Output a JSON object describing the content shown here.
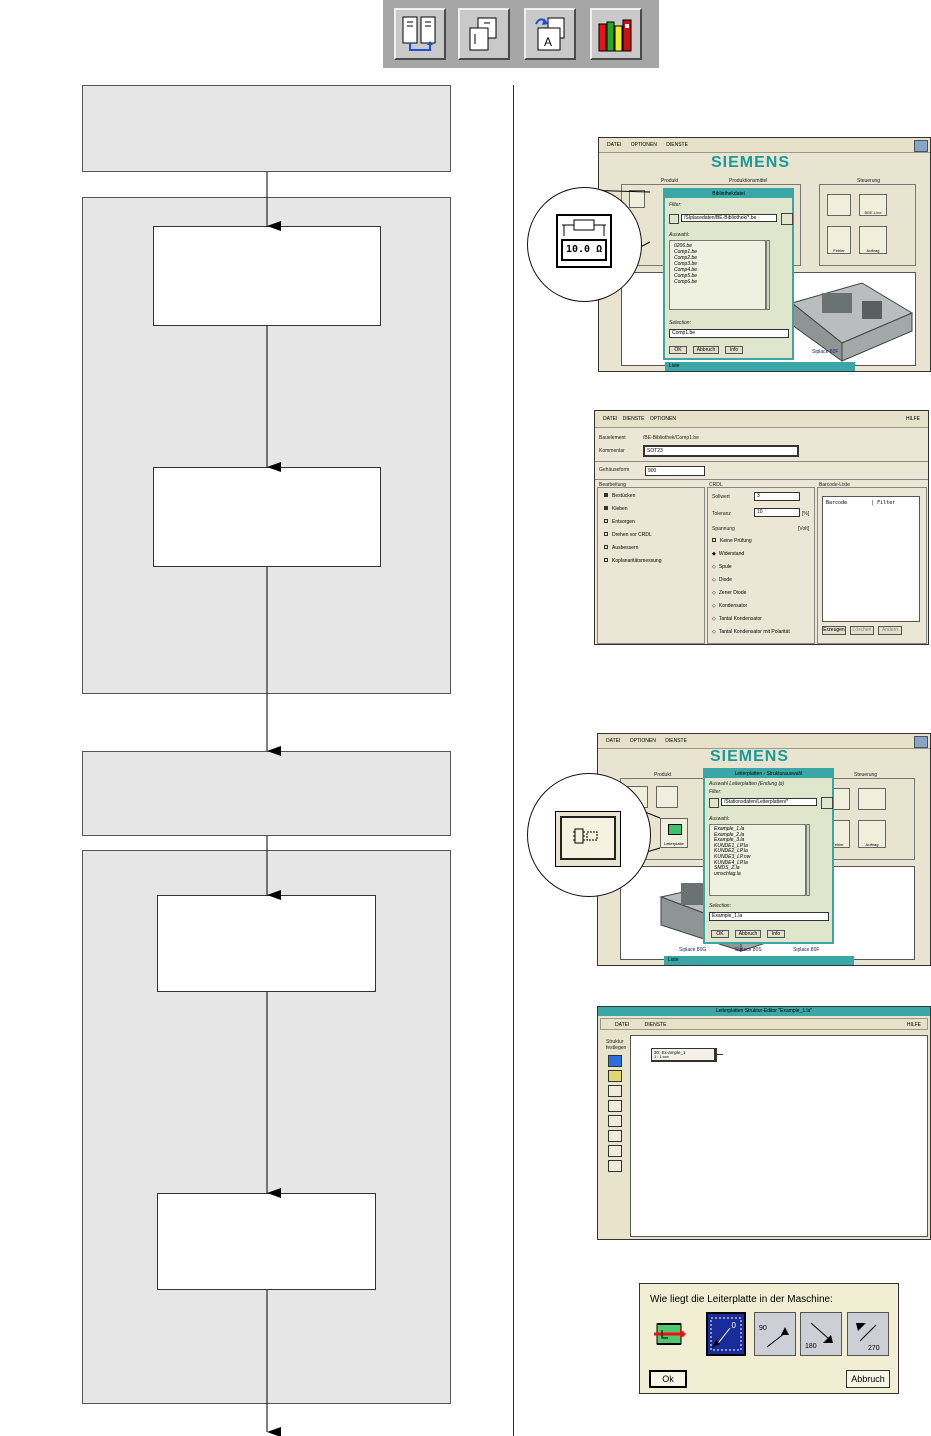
{
  "toolbar": {
    "icons": [
      "layout-icon",
      "pages-icon",
      "print-file-icon",
      "library-books-icon"
    ]
  },
  "screenshot_library": {
    "menu": [
      "DATEI",
      "OPTIONEN",
      "DIENSTE"
    ],
    "brand": "SIEMENS",
    "sections": [
      "Produkt",
      "Produktionsmittel",
      "Steuerung"
    ],
    "dialog_title": "Bibliothekdatei",
    "filter_label": "Filter:",
    "filter_value": "/SIplacedaten/BE-Bibliothek/*.be",
    "selection_list_label": "Auswahl:",
    "files": [
      "0206.be",
      "Comp1.be",
      "Comp2.be",
      "Comp3.be",
      "Comp4.be",
      "Comp5.be",
      "Comp6.be"
    ],
    "selection_label": "Selection:",
    "selection_value": "Comp1.be",
    "buttons": [
      "OK",
      "Abbruch",
      "Info"
    ],
    "right_buttons": [
      "Fehler",
      "Auftrag"
    ],
    "right_top_buttons": [
      "BDE-Line"
    ],
    "footer": "Liste",
    "machine_label": "Siplace 80F",
    "magnified_value": "10.0 Ω"
  },
  "screenshot_component": {
    "menu": [
      "DATEI",
      "DIENSTE",
      "OPTIONEN"
    ],
    "help": "HILFE",
    "bauelement_label": "Bauelement",
    "bauelement_value": "/BE-Bibliothek/Comp1.be",
    "kommentar_label": "Kommentar",
    "kommentar_value": "SOT23",
    "gehaeuse_label": "Gehäuseform",
    "gehaeuse_value": "900",
    "bearbeitung_label": "Bearbeitung",
    "bearbeitung_items": [
      "Bestücken",
      "Kleben",
      "Entsorgen",
      "Drehen vor CRDL",
      "Ausbessern",
      "Koplanaritätsmessung"
    ],
    "crdl_label": "CRDL",
    "sollwert_label": "Sollwert",
    "sollwert_value": "3",
    "toleranz_label": "Toleranz",
    "toleranz_value": "10",
    "toleranz_unit": "[%]",
    "spannung_label": "Spannung",
    "spannung_unit": "[Volt]",
    "keine_pruefung": "Keine Prüfung",
    "crdl_types": [
      "Widerstand",
      "Spule",
      "Diode",
      "Zener Diode",
      "Kondensator",
      "Tantal Kondensator",
      "Tantal Kondensator mit Polarität"
    ],
    "barcode_label": "Barcode-Liste",
    "barcode_header": "Barcode        | Filter",
    "barcode_buttons": [
      "Erzeugen",
      "Löschen",
      "Ändern"
    ]
  },
  "screenshot_board": {
    "menu": [
      "DATEI",
      "OPTIONEN",
      "DIENSTE"
    ],
    "brand": "SIEMENS",
    "sections": [
      "Produkt",
      "Steuerung"
    ],
    "dialog_title": "Leiterplatten - Strukturauswahl",
    "sub_title": "Auswahl Leiterplatten (Endung lp)",
    "filter_label": "Filter:",
    "filter_value": "/Stationsdaten/Leiterplatten/*",
    "selection_list_label": "Auswahl:",
    "files": [
      "Example_1.la",
      "Example_2.la",
      "Example_3.la",
      "KUNDE1_LP.la",
      "KUNDE2_LP.la",
      "KUNDE3_LP.nw",
      "KUNDE4_LP.la",
      "SMDS_Z.la",
      "umschlag.la"
    ],
    "selection_label": "Selection:",
    "selection_value": "Example_1.la",
    "buttons": [
      "OK",
      "Abbruch",
      "Info"
    ],
    "lp_button": "Leiterplatte",
    "right_buttons": [
      "Fehler",
      "Auftrag"
    ],
    "machines": [
      "Siplace 80G",
      "Siplace 80S",
      "Siplace 80F"
    ],
    "footer": "Liste"
  },
  "screenshot_structure": {
    "title": "Leiterplatten Struktur-Editor \"Example_1.la\"",
    "menu": [
      "DATEI",
      "DIENSTE"
    ],
    "help": "HILFE",
    "side_label_1": "Struktur",
    "side_label_2": "festlegen",
    "node_label": "30: Ex-ample_1",
    "node_sub": "1 : 1:xxx"
  },
  "screenshot_orientation": {
    "question": "Wie liegt die Leiterplatte in der Maschine:",
    "angles": [
      "0",
      "90",
      "180",
      "270"
    ],
    "ok": "Ok",
    "cancel": "Abbruch"
  }
}
